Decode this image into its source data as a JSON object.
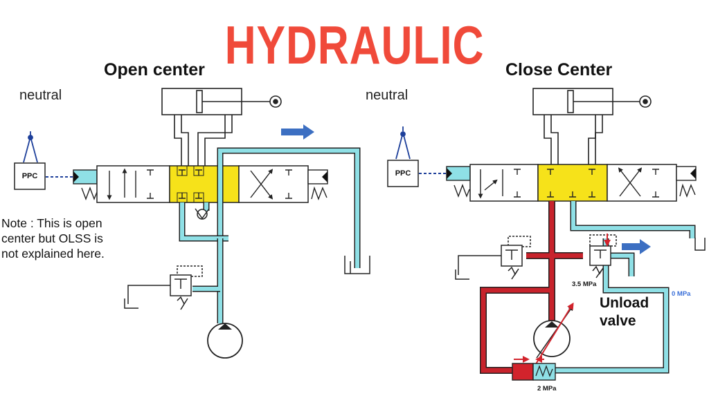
{
  "title": "HYDRAULIC",
  "left_panel": {
    "heading": "Open center",
    "state_label": "neutral",
    "ppc_label": "PPC",
    "note": "Note : This is open center but OLSS is not explained here."
  },
  "right_panel": {
    "heading": "Close Center",
    "state_label": "neutral",
    "ppc_label": "PPC",
    "relief_pressure": "3.5 MPa",
    "unload_valve_label": "Unload valve",
    "line_pressure": "0 MPa",
    "regulator_pressure": "2 MPa"
  },
  "colors": {
    "title": "#f04a3a",
    "cyan_line": "#7fd6dc",
    "red_line": "#c8232c",
    "spool_center": "#f6e21a",
    "flow_arrow": "#3c6fc2",
    "blue_text": "#3a6fd8"
  }
}
